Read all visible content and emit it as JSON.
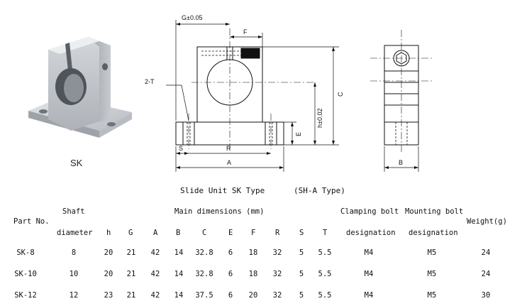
{
  "photo": {
    "label": "SK"
  },
  "drawing": {
    "front_labels": {
      "g": "G±0.05",
      "f": "F",
      "two_t": "2-T",
      "c": "C",
      "h": "h±0.02",
      "e": "E",
      "s": "S",
      "r": "R",
      "a": "A"
    },
    "side_labels": {
      "b": "B"
    }
  },
  "caption": {
    "title": "Slide  Unit SK Type",
    "subtitle": "(SH-A Type)"
  },
  "table": {
    "group_headers": {
      "part_no": "Part No.",
      "shaft": "Shaft",
      "main_dimensions": "Main dimensions (mm)",
      "clamping_bolt": "Clamping bolt",
      "mounting_bolt": "Mounting bolt",
      "weight": "Weight(g)"
    },
    "sub_headers": {
      "shaft_diameter": "diameter",
      "h": "h",
      "G": "G",
      "A": "A",
      "B": "B",
      "C": "C",
      "E": "E",
      "F": "F",
      "R": "R",
      "S": "S",
      "T": "T",
      "clamping_designation": "designation",
      "mounting_designation": "designation"
    },
    "rows": [
      [
        "SK-8",
        "8",
        "20",
        "21",
        "42",
        "14",
        "32.8",
        "6",
        "18",
        "32",
        "5",
        "5.5",
        "M4",
        "M5",
        "24"
      ],
      [
        "SK-10",
        "10",
        "20",
        "21",
        "42",
        "14",
        "32.8",
        "6",
        "18",
        "32",
        "5",
        "5.5",
        "M4",
        "M5",
        "24"
      ],
      [
        "SK-12",
        "12",
        "23",
        "21",
        "42",
        "14",
        "37.5",
        "6",
        "20",
        "32",
        "5",
        "5.5",
        "M4",
        "M5",
        "30"
      ]
    ]
  }
}
